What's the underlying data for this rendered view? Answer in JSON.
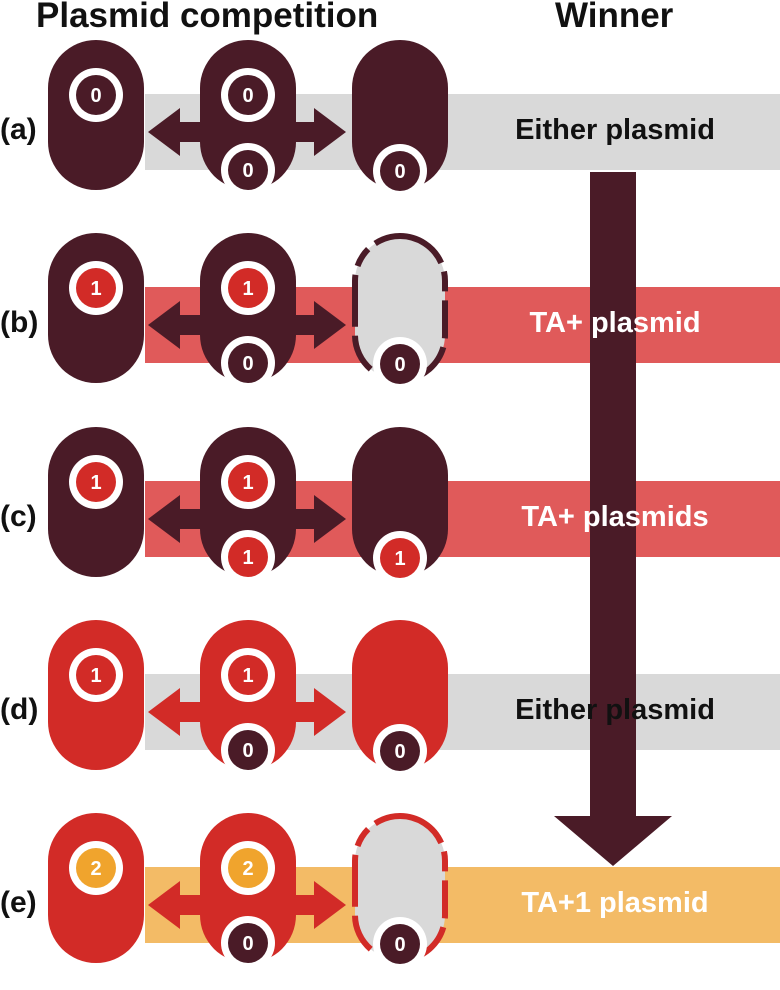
{
  "header": {
    "left": "Plasmid competition",
    "right": "Winner"
  },
  "colors": {
    "dark": "#4a1b27",
    "red": "#d22b27",
    "grey_band": "#d9d9d9",
    "red_band": "#e05a5a",
    "orange_band": "#f3bb66",
    "orange_plasmid": "#f0a42d",
    "white": "#ffffff"
  },
  "rows": [
    {
      "label": "(a)",
      "winner": "Either plasmid",
      "band": "grey",
      "text_color": "#111111",
      "cell_fill": "dark",
      "arrow_fill": "dark",
      "left_plasmid": "0",
      "middle_top": "0",
      "middle_bottom": "0",
      "right_plasmid": "0",
      "right_cell": "intact"
    },
    {
      "label": "(b)",
      "winner": "TA+ plasmid",
      "band": "red",
      "text_color": "#ffffff",
      "cell_fill": "dark",
      "arrow_fill": "dark",
      "left_plasmid": "1",
      "middle_top": "1",
      "middle_bottom": "0",
      "right_plasmid": "0",
      "right_cell": "dying"
    },
    {
      "label": "(c)",
      "winner": "TA+ plasmids",
      "band": "red",
      "text_color": "#ffffff",
      "cell_fill": "dark",
      "arrow_fill": "dark",
      "left_plasmid": "1",
      "middle_top": "1",
      "middle_bottom": "1",
      "right_plasmid": "1",
      "right_cell": "intact"
    },
    {
      "label": "(d)",
      "winner": "Either plasmid",
      "band": "grey",
      "text_color": "#111111",
      "cell_fill": "red",
      "arrow_fill": "red",
      "left_plasmid": "1",
      "middle_top": "1",
      "middle_bottom": "0",
      "right_plasmid": "0",
      "right_cell": "intact"
    },
    {
      "label": "(e)",
      "winner": "TA+1 plasmid",
      "band": "orange",
      "text_color": "#ffffff",
      "cell_fill": "red",
      "arrow_fill": "red",
      "left_plasmid": "2",
      "middle_top": "2",
      "middle_bottom": "0",
      "right_plasmid": "0",
      "right_cell": "dying"
    }
  ]
}
